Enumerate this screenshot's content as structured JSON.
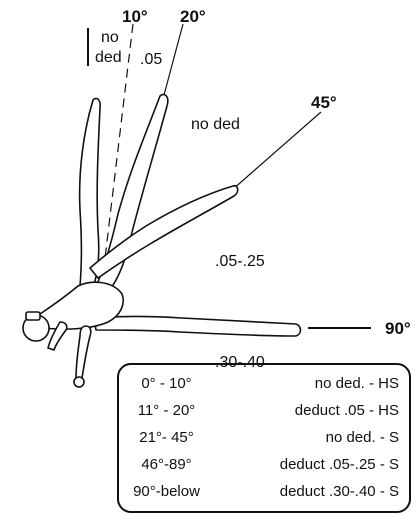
{
  "angle_labels": {
    "deg10": "10°",
    "deg20": "20°",
    "deg45": "45°",
    "deg90": "90°"
  },
  "zone_labels": {
    "no_ded_small_line1": "no",
    "no_ded_small_line2": "ded",
    "small_05": ".05",
    "no_ded_mid": "no ded",
    "range_05_25": ".05-.25",
    "range_30_40": ".30-.40"
  },
  "legend": {
    "rows": [
      {
        "range": "0° - 10°",
        "deduction": "no ded. - HS"
      },
      {
        "range": "11° - 20°",
        "deduction": "deduct .05 - HS"
      },
      {
        "range": "21°- 45°",
        "deduction": "no ded. - S"
      },
      {
        "range": "46°-89°",
        "deduction": "deduct .05-.25 - S"
      },
      {
        "range": "90°-below",
        "deduction": "deduct .30-.40 - S"
      }
    ]
  },
  "colors": {
    "ink": "#111111",
    "background": "#ffffff"
  }
}
